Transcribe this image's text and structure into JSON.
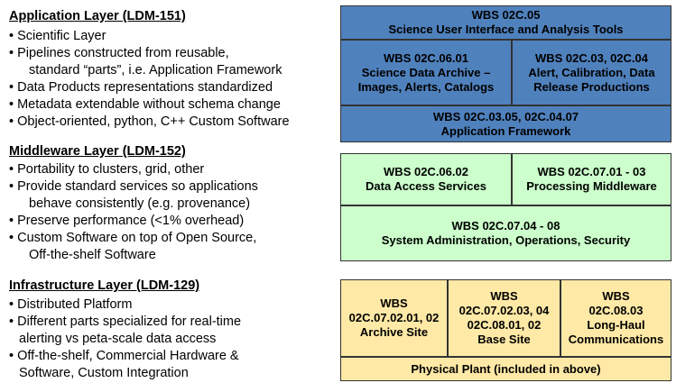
{
  "application_layer": {
    "heading": "Application Layer (LDM-151)",
    "bullets": [
      "• Scientific Layer",
      "• Pipelines constructed from reusable,",
      "standard “parts”, i.e. Application Framework",
      "• Data Products representations standardized",
      "• Metadata extendable without schema change",
      "• Object-oriented, python, C++ Custom Software"
    ],
    "boxes": {
      "science_ui": [
        "WBS 02C.05",
        "Science User Interface and Analysis Tools"
      ],
      "archive": [
        "WBS 02C.06.01",
        "Science Data Archive –",
        "Images, Alerts, Catalogs"
      ],
      "alert": [
        "WBS 02C.03, 02C.04",
        "Alert, Calibration, Data",
        "Release Productions"
      ],
      "framework": [
        "WBS 02C.03.05, 02C.04.07",
        "Application Framework"
      ]
    }
  },
  "middleware_layer": {
    "heading": "Middleware Layer (LDM-152)",
    "bullets": [
      "• Portability to clusters, grid, other",
      "• Provide standard services so applications",
      "behave consistently (e.g. provenance)",
      "• Preserve performance (<1% overhead)",
      "• Custom Software on top of Open Source,",
      "Off-the-shelf Software"
    ],
    "boxes": {
      "data_access": [
        "WBS 02C.06.02",
        "Data Access Services"
      ],
      "processing": [
        "WBS 02C.07.01 - 03",
        "Processing Middleware"
      ],
      "sysadmin": [
        "WBS 02C.07.04 - 08",
        "System Administration, Operations, Security"
      ]
    }
  },
  "infrastructure_layer": {
    "heading": "Infrastructure Layer (LDM-129)",
    "bullets": [
      "• Distributed Platform",
      "• Different parts specialized for real-time",
      "alerting vs peta-scale data access",
      "• Off-the-shelf, Commercial Hardware &",
      "Software, Custom Integration"
    ],
    "boxes": {
      "archive_site": [
        "WBS",
        "02C.07.02.01, 02",
        "Archive Site"
      ],
      "base_site": [
        "WBS",
        "02C.07.02.03, 04",
        "02C.08.01, 02",
        "Base Site"
      ],
      "long_haul": [
        "WBS",
        "02C.08.03",
        "Long-Haul",
        "Communications"
      ],
      "physical_plant": [
        "Physical Plant (included in above)"
      ]
    }
  },
  "colors": {
    "application": "#4f81bd",
    "middleware": "#ccffcc",
    "infrastructure": "#ffe9a6"
  }
}
